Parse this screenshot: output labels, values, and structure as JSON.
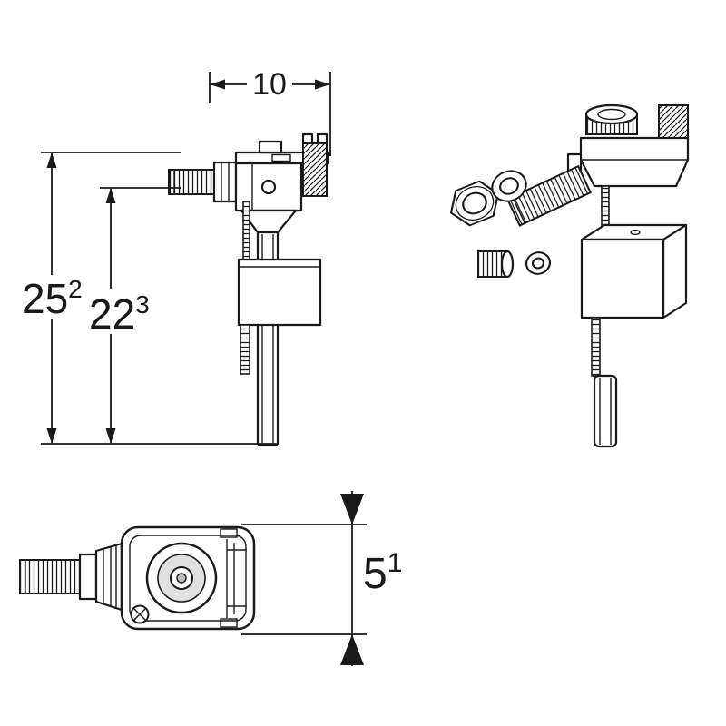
{
  "dimensions": {
    "top_width": {
      "value": "10"
    },
    "outer_height": {
      "value": "25",
      "sup": "2"
    },
    "inner_height": {
      "value": "22",
      "sup": "3"
    },
    "profile_height": {
      "value": "5",
      "sup": "1"
    }
  },
  "colors": {
    "line": "#1a1a1a",
    "background": "#ffffff",
    "shade": "#e0e0e0"
  }
}
